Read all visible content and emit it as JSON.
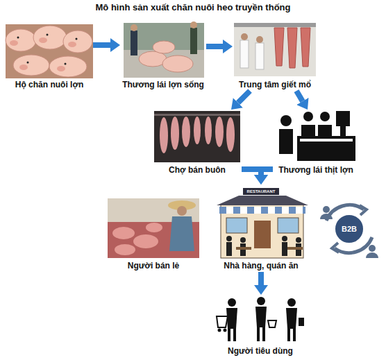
{
  "diagram": {
    "title": "Mô hình sản xuất chăn nuôi heo truyền thống",
    "nodes": [
      {
        "text": [
          "Hộ chăn nuôi lợn"
        ]
      },
      {
        "text": [
          "Thương lái lợn sống"
        ]
      },
      {
        "text": [
          "Trung tâm giết mổ"
        ]
      },
      {
        "text": [
          "Chợ bán buôn"
        ]
      },
      {
        "text": [
          "Thương lái thịt lợn"
        ]
      },
      {
        "text": [
          "Người bán lẻ"
        ]
      },
      {
        "text": [
          "Nhà hàng, quán ăn"
        ]
      },
      {
        "text": [
          "B2B"
        ]
      },
      {
        "text": [
          "Người tiêu dùng"
        ]
      }
    ],
    "edges": [
      {
        "from": 0,
        "to": 1,
        "arrow": "to"
      },
      {
        "from": 1,
        "to": 2,
        "arrow": "to"
      },
      {
        "from": 2,
        "to": 3,
        "arrow": "to"
      },
      {
        "from": 2,
        "to": 4,
        "arrow": "to"
      },
      {
        "from": 3,
        "to": 6,
        "arrow": "to"
      },
      {
        "from": 4,
        "to": 6,
        "arrow": "to"
      },
      {
        "from": 6,
        "to": 8,
        "arrow": "to"
      }
    ],
    "labels": [
      "RESTAURANT"
    ]
  }
}
